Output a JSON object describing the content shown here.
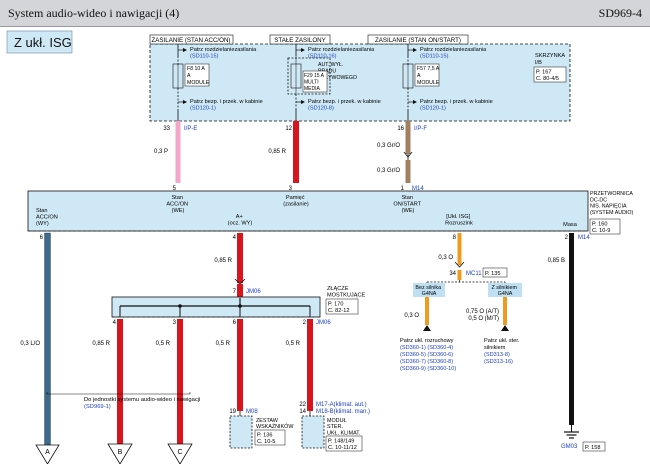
{
  "header": {
    "title": "System audio-wideo i nawigacji (4)",
    "code": "SD969-4"
  },
  "variant_label": "Z ukł. ISG",
  "top_box": {
    "supplies": [
      "ZASILANIE (STAN ACC/ON)",
      "STAŁE ZASILONY",
      "ZASILANIE (STAN ON/START)"
    ],
    "name_lines": [
      "SKRZYNKA",
      "I/B"
    ],
    "page_ref": "P. 167",
    "conn_ref": "C. 80-4/5"
  },
  "top_branches": [
    {
      "dist_label": "Patrz rozdzielaniezasilania",
      "dist_ref": "(SD110-15)",
      "fuse_lines": [
        "F8 10 A",
        "A",
        "MODULE"
      ],
      "ground_label": "Patrz bezp. i przek. w kabinie",
      "ground_ref": "(SD120-1)",
      "pin": "33",
      "conn": "I/P-E",
      "wire": "0,3 P",
      "dest_pin": "5"
    },
    {
      "dist_label": "Patrz rozdzielaniezasilania",
      "dist_ref": "(SD110-16)",
      "auto_lines": [
        "AUT. WYŁ.",
        "PRĄDU",
        "UPŁYWOWEGO"
      ],
      "fuse_lines": [
        "F29 15 A",
        "MULTI",
        "MEDIA"
      ],
      "ground_label": "Patrz bezp. i przek. w kabinie",
      "ground_ref": "(SD120-8)",
      "pin": "12",
      "wire": "0,85 R",
      "dest_pin": "3"
    },
    {
      "dist_label": "Patrz rozdzielaniezasilania",
      "dist_ref": "(SD110-15)",
      "fuse_lines": [
        "F57 7,5 A",
        "A",
        "MODULE"
      ],
      "ground_label": "Patrz bezp. i przek. w kabinie",
      "ground_ref": "(SD120-1)",
      "pin": "16",
      "conn": "I/P-F",
      "wire": "0,3 Gr/O",
      "wire2": "0,3 Gr/O",
      "dest_pin": "1",
      "dest_conn": "M14"
    }
  ],
  "converter": {
    "name_lines": [
      "PRZETWORNICA",
      "DC-DC",
      "NIS. NAPIĘCIA",
      "(SYSTEM AUDIO)"
    ],
    "page_ref": "P. 160",
    "conn_ref": "C. 10-9",
    "inputs": [
      {
        "lines": [
          "Stan",
          "ACC/ON",
          "(WE)"
        ]
      },
      {
        "lines": [
          "Pamięć",
          "(zasilanie)"
        ]
      },
      {
        "lines": [
          "Stan",
          "ON/START",
          "(WE)"
        ]
      }
    ],
    "outputs": [
      {
        "lines": [
          "Stan",
          "ACC/ON",
          "(WY)"
        ],
        "pin": "6"
      },
      {
        "lines": [
          "A+",
          "(ocz. WY)"
        ],
        "pin": "4"
      },
      {
        "lines": [
          "[Ukł. ISG]",
          "Rozruszink"
        ],
        "pin": "8"
      },
      {
        "lines": [
          "Masa"
        ],
        "pin": "2",
        "conn": "M14"
      }
    ]
  },
  "a_plus_branch": {
    "wire": "0,85 R",
    "pin": "7",
    "conn": "JM06",
    "junction": {
      "lines": [
        "ZŁĄCZE",
        "MOSTKUJĄCE"
      ],
      "page_ref": "P. 170",
      "conn_ref": "C. 82-12"
    },
    "outputs": [
      {
        "pin": "4",
        "wire": "0,85 R",
        "letter": "B"
      },
      {
        "pin": "3",
        "wire": "0,5 R",
        "letter": "C"
      },
      {
        "pin": "6",
        "wire": "0,5 R",
        "dest_pin": "19",
        "dest_conn": "M08"
      },
      {
        "pin": "2",
        "wire": "0,5 R",
        "conn": "JM06",
        "dest_pins": [
          "22",
          "14"
        ]
      }
    ]
  },
  "acc_output": {
    "wire": "0,3 L/O",
    "letter": "A"
  },
  "bottom_note": {
    "label": "Do jednostki systemu audio-wideo i nawigacji",
    "ref": "(SD969-1)"
  },
  "instrument_cluster": {
    "lines": [
      "ZESTAW",
      "WSKAŹNIKÓW"
    ],
    "page_ref": "P. 136",
    "conn_ref": "C. 10-5"
  },
  "hvac": {
    "connectors": [
      "M17-A(klimat. aut.)",
      "M18-B(klimat. man.)"
    ],
    "lines": [
      "MODUŁ",
      "STER.",
      "UKŁ. KLIMAT."
    ],
    "page_ref": "P. 148/149",
    "conn_ref": "C. 10-11/12"
  },
  "starter_branch": {
    "wire": "0,3 O",
    "pin": "34",
    "conn": "MC11",
    "page_ref": "P. 135",
    "options": [
      {
        "label_lines": [
          "Bez silnika",
          "G4NA"
        ],
        "wire": "0,3 O",
        "dest_lines": [
          "Patrz ukł. rozruchowy"
        ],
        "refs": [
          "(SD360-1) (SD360-4)",
          "(SD360-5) (SD360-6)",
          "(SD360-7) (SD360-8)",
          "(SD360-9) (SD360-10)"
        ]
      },
      {
        "label_lines": [
          "Z silnikiem",
          "G4NA"
        ],
        "wire_lines": [
          "0,75 O (A/T)",
          "0,5 O (M/T)"
        ],
        "dest_lines": [
          "Patrz ukł. ster.",
          "silnikiem"
        ],
        "refs": [
          "(SD313-8)",
          "(SD313-16)"
        ]
      }
    ]
  },
  "ground": {
    "wire": "0,85 B",
    "id": "GM03",
    "page_ref": "P. 158"
  },
  "colors": {
    "box_fill": "#cfe8f5",
    "ref_blue": "#1b3fc4",
    "wire_red": "#d8141c",
    "wire_pink": "#f2a7c8",
    "wire_tan": "#a08060",
    "wire_blue": "#3b6a8c",
    "wire_orange": "#f09a1e",
    "wire_black": "#111111",
    "option_label_fill": "#bfe0f2"
  }
}
